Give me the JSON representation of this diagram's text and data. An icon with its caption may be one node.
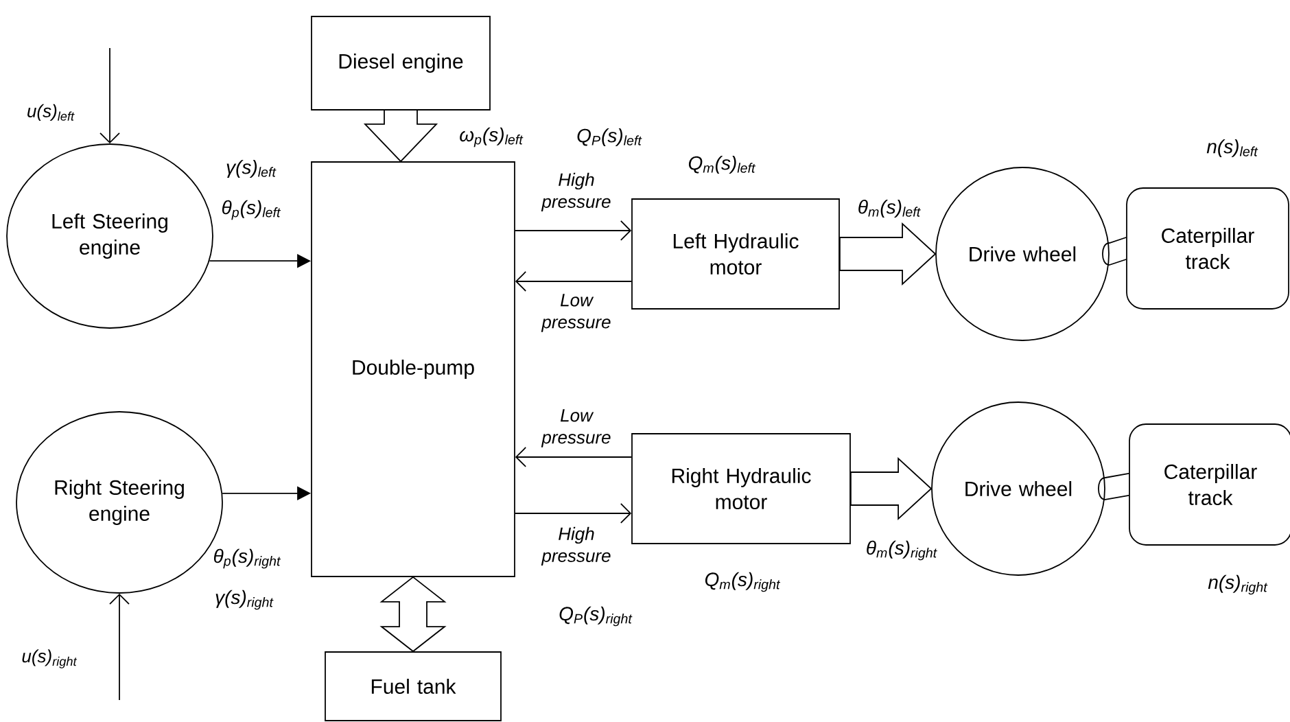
{
  "diagram": {
    "nodes": [
      {
        "text": [
          "Diesel engine"
        ]
      },
      {
        "text": [
          "Double-pump"
        ]
      },
      {
        "text": [
          "Fuel tank"
        ]
      },
      {
        "text": [
          "Left Steering engine"
        ]
      },
      {
        "text": [
          "Right Steering engine"
        ]
      },
      {
        "text": [
          "Left Hydraulic motor"
        ]
      },
      {
        "text": [
          "Right Hydraulic motor"
        ]
      },
      {
        "text": [
          "Drive wheel"
        ]
      },
      {
        "text": [
          "Drive wheel"
        ]
      },
      {
        "text": [
          "Caterpillar track"
        ]
      },
      {
        "text": [
          "Caterpillar track"
        ]
      }
    ],
    "edges": [
      {
        "from": null,
        "to": 3,
        "arrow": "to",
        "label": "u(s)$_{left}$"
      },
      {
        "from": null,
        "to": 4,
        "arrow": "to",
        "label": "u(s)$_{right}$"
      },
      {
        "from": 3,
        "to": 1,
        "arrow": "to"
      },
      {
        "from": 4,
        "to": 1,
        "arrow": "to"
      },
      {
        "from": 0,
        "to": 1,
        "arrow": "to",
        "style": "thick"
      },
      {
        "from": 1,
        "to": 5,
        "arrow": "to",
        "label": "High pressure"
      },
      {
        "from": 5,
        "to": 1,
        "arrow": "to",
        "label": "Low pressure"
      },
      {
        "from": 6,
        "to": 1,
        "arrow": "to",
        "label": "Low pressure"
      },
      {
        "from": 1,
        "to": 6,
        "arrow": "to",
        "label": "High pressure"
      },
      {
        "from": 1,
        "to": 2,
        "arrow": "both",
        "style": "thick"
      },
      {
        "from": 5,
        "to": 7,
        "arrow": "to",
        "style": "thick"
      },
      {
        "from": 6,
        "to": 8,
        "arrow": "to",
        "style": "thick"
      },
      {
        "from": 7,
        "to": 9,
        "arrow": "none"
      },
      {
        "from": 8,
        "to": 10,
        "arrow": "none"
      }
    ],
    "labels": [
      "ω$_{p}$(s)$_{left}$",
      "Q$_{P}$(s)$_{left}$",
      "Q$_{m}$(s)$_{left}$",
      "n(s)$_{left}$",
      "γ(s)$_{left}$",
      "θ$_{p}$(s)$_{left}$",
      "θ$_{m}$(s)$_{left}$",
      "θ$_{p}$(s)$_{right}$",
      "θ$_{m}$(s)$_{right}$",
      "Q$_{m}$(s)$_{right}$",
      "n(s)$_{right}$",
      "γ(s)$_{right}$",
      "Q$_{P}$(s)$_{right}$"
    ]
  }
}
